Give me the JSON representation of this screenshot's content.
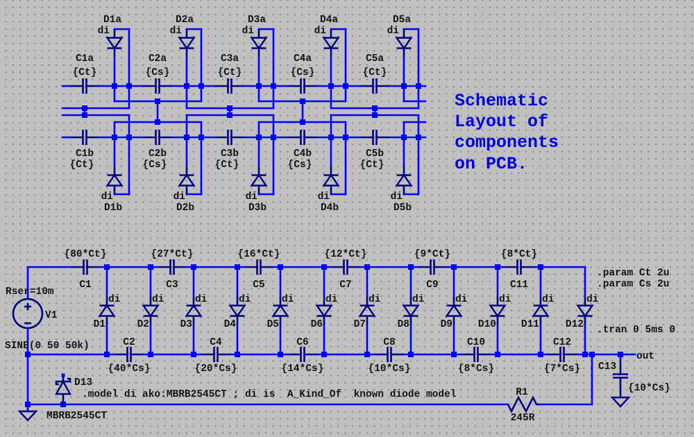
{
  "canvas": {
    "background_color": "#c0c0c0",
    "grid_dot_color": "#808080",
    "wire_color": "#0000ff",
    "component_color": "#000080",
    "text_color": "#141414",
    "comment_color": "#0000dd"
  },
  "pcb_layout": {
    "comment_lines": [
      "Schematic",
      "Layout of",
      "components",
      "on PCB."
    ],
    "row_a": {
      "capacitors": [
        {
          "name": "C1a",
          "value": "{Ct}"
        },
        {
          "name": "C2a",
          "value": "{Cs}"
        },
        {
          "name": "C3a",
          "value": "{Ct}"
        },
        {
          "name": "C4a",
          "value": "{Cs}"
        },
        {
          "name": "C5a",
          "value": "{Ct}"
        }
      ],
      "diodes": [
        {
          "name": "D1a",
          "model": "di",
          "polarity": "cathode-down"
        },
        {
          "name": "D2a",
          "model": "di",
          "polarity": "cathode-down"
        },
        {
          "name": "D3a",
          "model": "di",
          "polarity": "cathode-down"
        },
        {
          "name": "D4a",
          "model": "di",
          "polarity": "cathode-down"
        },
        {
          "name": "D5a",
          "model": "di",
          "polarity": "cathode-down"
        }
      ]
    },
    "row_b": {
      "capacitors": [
        {
          "name": "C1b",
          "value": "{Ct}"
        },
        {
          "name": "C2b",
          "value": "{Cs}"
        },
        {
          "name": "C3b",
          "value": "{Ct}"
        },
        {
          "name": "C4b",
          "value": "{Cs}"
        },
        {
          "name": "C5b",
          "value": "{Ct}"
        }
      ],
      "diodes": [
        {
          "name": "D1b",
          "model": "di",
          "polarity": "cathode-up"
        },
        {
          "name": "D2b",
          "model": "di",
          "polarity": "cathode-up"
        },
        {
          "name": "D3b",
          "model": "di",
          "polarity": "cathode-up"
        },
        {
          "name": "D4b",
          "model": "di",
          "polarity": "cathode-up"
        },
        {
          "name": "D5b",
          "model": "di",
          "polarity": "cathode-up"
        }
      ]
    }
  },
  "multiplier": {
    "source": {
      "name": "V1",
      "rser": "Rser=10m",
      "value": "SINE(0 50 50k)"
    },
    "top_capacitors": [
      {
        "name": "C1",
        "value": "{80*Ct}"
      },
      {
        "name": "C3",
        "value": "{27*Ct}"
      },
      {
        "name": "C5",
        "value": "{16*Ct}"
      },
      {
        "name": "C7",
        "value": "{12*Ct}"
      },
      {
        "name": "C9",
        "value": "{9*Ct}"
      },
      {
        "name": "C11",
        "value": "{8*Ct}"
      }
    ],
    "bottom_capacitors": [
      {
        "name": "C2",
        "value": "{40*Cs}"
      },
      {
        "name": "C4",
        "value": "{20*Cs}"
      },
      {
        "name": "C6",
        "value": "{14*Cs}"
      },
      {
        "name": "C8",
        "value": "{10*Cs}"
      },
      {
        "name": "C10",
        "value": "{8*Cs}"
      },
      {
        "name": "C12",
        "value": "{7*Cs}"
      }
    ],
    "diodes": [
      {
        "name": "D1",
        "model": "di",
        "polarity": "cathode-up"
      },
      {
        "name": "D2",
        "model": "di",
        "polarity": "cathode-down"
      },
      {
        "name": "D3",
        "model": "di",
        "polarity": "cathode-up"
      },
      {
        "name": "D4",
        "model": "di",
        "polarity": "cathode-down"
      },
      {
        "name": "D5",
        "model": "di",
        "polarity": "cathode-up"
      },
      {
        "name": "D6",
        "model": "di",
        "polarity": "cathode-down"
      },
      {
        "name": "D7",
        "model": "di",
        "polarity": "cathode-up"
      },
      {
        "name": "D8",
        "model": "di",
        "polarity": "cathode-down"
      },
      {
        "name": "D9",
        "model": "di",
        "polarity": "cathode-up"
      },
      {
        "name": "D10",
        "model": "di",
        "polarity": "cathode-down"
      },
      {
        "name": "D11",
        "model": "di",
        "polarity": "cathode-up"
      },
      {
        "name": "D12",
        "model": "di",
        "polarity": "cathode-down"
      }
    ],
    "output_capacitor": {
      "name": "C13",
      "value": "{10*Cs}"
    },
    "output_net_label": "out",
    "resistor": {
      "name": "R1",
      "value": "245R"
    },
    "clamp_diode": {
      "name": "D13",
      "model": "MBRB2545CT"
    }
  },
  "directives": {
    "param_ct": ".param Ct 2u",
    "param_cs": ".param Cs 2u",
    "tran": ".tran 0 5ms 0",
    "model": ".model di ako:MBRB2545CT ; di is  A_Kind_Of  known diode model"
  }
}
